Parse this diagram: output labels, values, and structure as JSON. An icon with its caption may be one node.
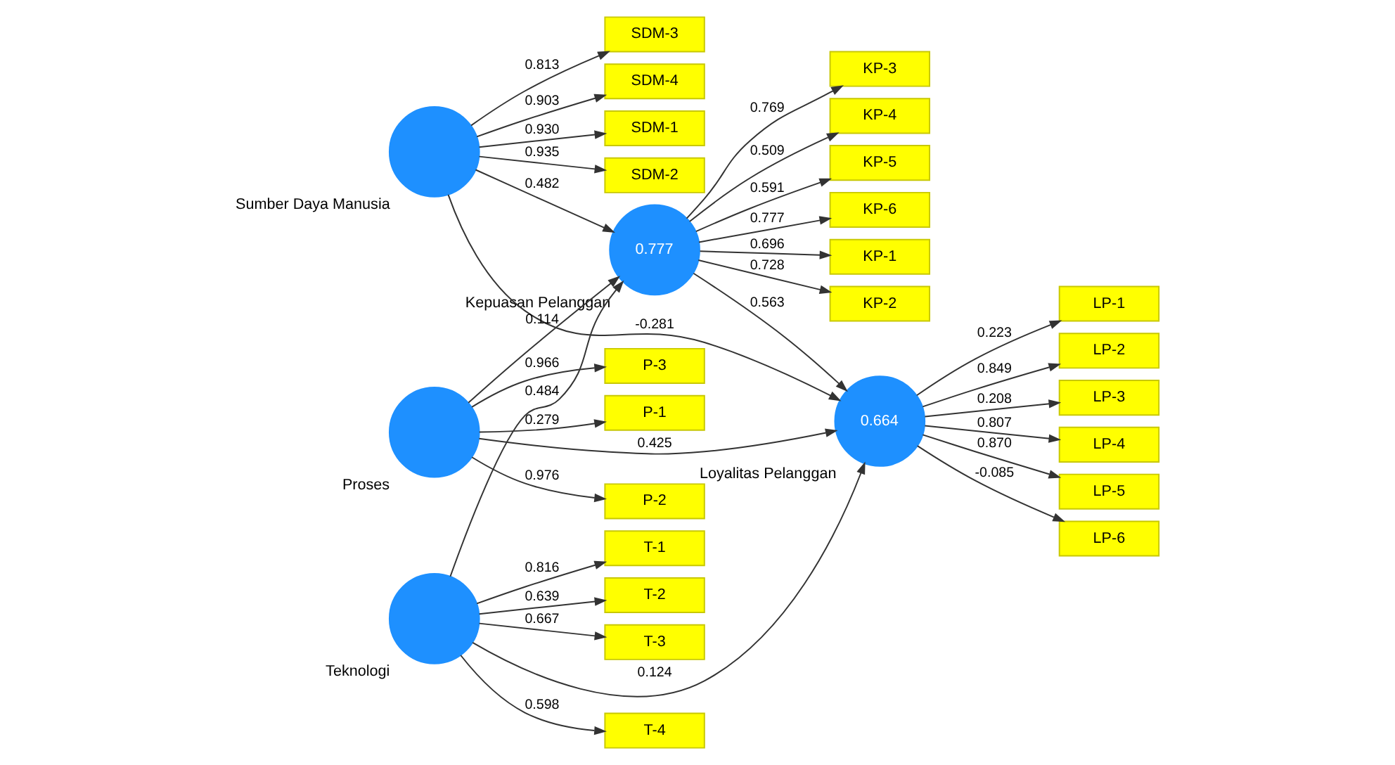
{
  "diagram": {
    "nodes": [
      {
        "text": [],
        "shape": "circle",
        "beside": [
          "Sumber Daya Manusia"
        ]
      },
      {
        "text": [],
        "shape": "circle",
        "beside": [
          "Proses"
        ]
      },
      {
        "text": [],
        "shape": "circle",
        "beside": [
          "Teknologi"
        ]
      },
      {
        "text": [
          "0.777"
        ],
        "beside": [
          "Kepuasan Pelanggan"
        ]
      },
      {
        "text": [
          "0.664"
        ],
        "beside": [
          "Loyalitas Pelanggan"
        ]
      },
      {
        "text": [
          "SDM-1"
        ]
      },
      {
        "text": [
          "SDM-2"
        ]
      },
      {
        "text": [
          "SDM-3"
        ]
      },
      {
        "text": [
          "SDM-4"
        ]
      },
      {
        "text": [
          "P-1"
        ]
      },
      {
        "text": [
          "P-2"
        ]
      },
      {
        "text": [
          "P-3"
        ]
      },
      {
        "text": [
          "T-1"
        ]
      },
      {
        "text": [
          "T-2"
        ]
      },
      {
        "text": [
          "T-3"
        ]
      },
      {
        "text": [
          "T-4"
        ]
      },
      {
        "text": [
          "KP-1"
        ]
      },
      {
        "text": [
          "KP-2"
        ]
      },
      {
        "text": [
          "KP-3"
        ]
      },
      {
        "text": [
          "KP-4"
        ]
      },
      {
        "text": [
          "KP-5"
        ]
      },
      {
        "text": [
          "KP-6"
        ]
      },
      {
        "text": [
          "LP-1"
        ]
      },
      {
        "text": [
          "LP-2"
        ]
      },
      {
        "text": [
          "LP-3"
        ]
      },
      {
        "text": [
          "LP-4"
        ]
      },
      {
        "text": [
          "LP-5"
        ]
      },
      {
        "text": [
          "LP-6"
        ]
      }
    ],
    "edges": [
      {
        "from": 0,
        "to": 5,
        "arrow": "to",
        "label": "0.930"
      },
      {
        "from": 0,
        "to": 6,
        "arrow": "to",
        "label": "0.935"
      },
      {
        "from": 0,
        "to": 7,
        "arrow": "to",
        "label": "0.813"
      },
      {
        "from": 0,
        "to": 8,
        "arrow": "to",
        "label": "0.903"
      },
      {
        "from": 1,
        "to": 9,
        "arrow": "to",
        "label": "0.279"
      },
      {
        "from": 1,
        "to": 10,
        "arrow": "to",
        "label": "0.976"
      },
      {
        "from": 1,
        "to": 11,
        "arrow": "to",
        "label": "0.966"
      },
      {
        "from": 2,
        "to": 12,
        "arrow": "to",
        "label": "0.816"
      },
      {
        "from": 2,
        "to": 13,
        "arrow": "to",
        "label": "0.639"
      },
      {
        "from": 2,
        "to": 14,
        "arrow": "to",
        "label": "0.667"
      },
      {
        "from": 2,
        "to": 15,
        "arrow": "to",
        "label": "0.598"
      },
      {
        "from": 3,
        "to": 16,
        "arrow": "to",
        "label": "0.696"
      },
      {
        "from": 3,
        "to": 17,
        "arrow": "to",
        "label": "0.728"
      },
      {
        "from": 3,
        "to": 18,
        "arrow": "to",
        "label": "0.769"
      },
      {
        "from": 3,
        "to": 19,
        "arrow": "to",
        "label": "0.509"
      },
      {
        "from": 3,
        "to": 20,
        "arrow": "to",
        "label": "0.591"
      },
      {
        "from": 3,
        "to": 21,
        "arrow": "to",
        "label": "0.777"
      },
      {
        "from": 0,
        "to": 3,
        "arrow": "to",
        "label": "0.482"
      },
      {
        "from": 0,
        "to": 4,
        "arrow": "to",
        "label": "-0.281"
      },
      {
        "from": 1,
        "to": 3,
        "arrow": "to",
        "label": "0.114"
      },
      {
        "from": 1,
        "to": 4,
        "arrow": "to",
        "label": "0.425"
      },
      {
        "from": 2,
        "to": 3,
        "arrow": "to",
        "label": "0.484"
      },
      {
        "from": 2,
        "to": 4,
        "arrow": "to",
        "label": "0.124"
      },
      {
        "from": 3,
        "to": 4,
        "arrow": "to",
        "label": "0.563"
      },
      {
        "from": 4,
        "to": 22,
        "arrow": "to",
        "label": "0.223"
      },
      {
        "from": 4,
        "to": 23,
        "arrow": "to",
        "label": "0.849"
      },
      {
        "from": 4,
        "to": 24,
        "arrow": "to",
        "label": "0.208"
      },
      {
        "from": 4,
        "to": 25,
        "arrow": "to",
        "label": "0.807"
      },
      {
        "from": 4,
        "to": 26,
        "arrow": "to",
        "label": "0.870"
      },
      {
        "from": 4,
        "to": 27,
        "arrow": "to",
        "label": "-0.085"
      }
    ]
  }
}
